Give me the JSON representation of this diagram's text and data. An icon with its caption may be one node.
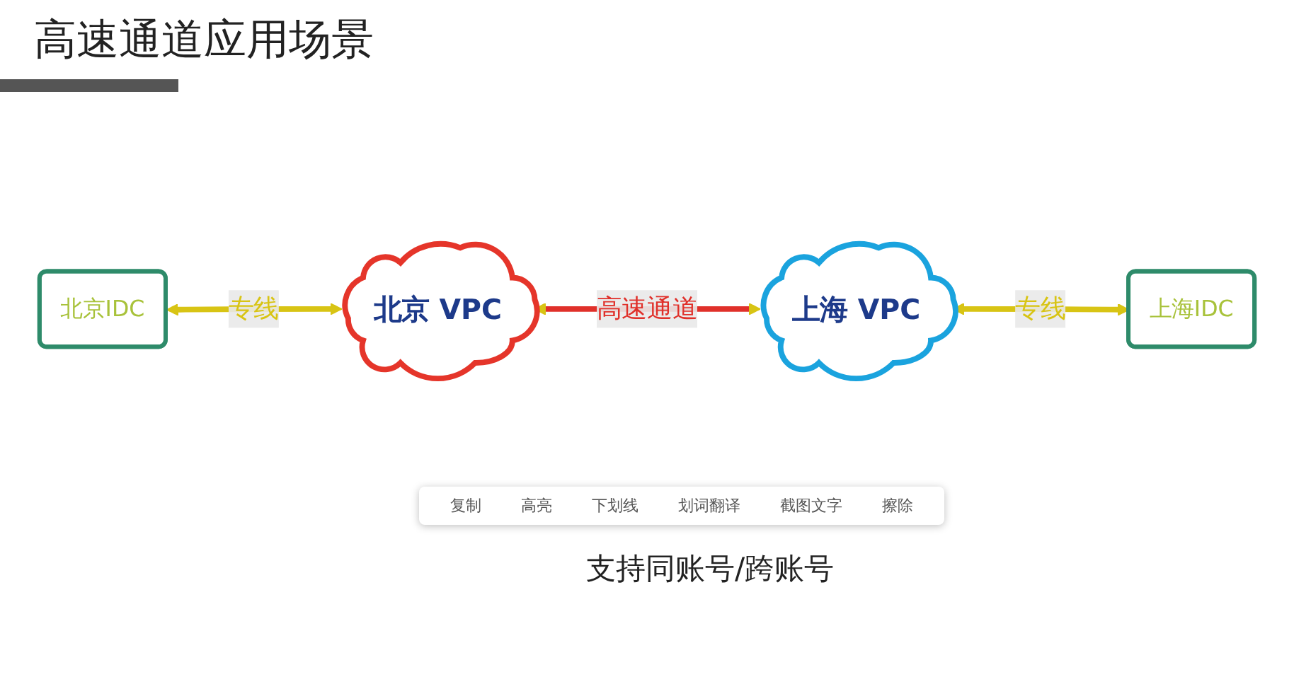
{
  "diagram": {
    "title": "高速通道应用场景",
    "nodes": [
      {
        "text": [
          "北京 VPC"
        ]
      },
      {
        "text": [
          "上海 VPC"
        ]
      },
      {
        "text": [
          "北京IDC"
        ]
      },
      {
        "text": [
          "上海IDC"
        ]
      }
    ],
    "edges": [
      {
        "from": 0,
        "to": 1,
        "arrow": "both",
        "label": "高速通道",
        "color": "#e0302a"
      },
      {
        "from": 2,
        "to": 0,
        "arrow": "both",
        "label": "专线"
      },
      {
        "from": 1,
        "to": 3,
        "arrow": "both",
        "label": "专线"
      }
    ],
    "labels": [
      "复制",
      "高亮",
      "下划线",
      "划词翻译",
      "截图文字",
      "擦除",
      "支持同账号/跨账号"
    ]
  }
}
